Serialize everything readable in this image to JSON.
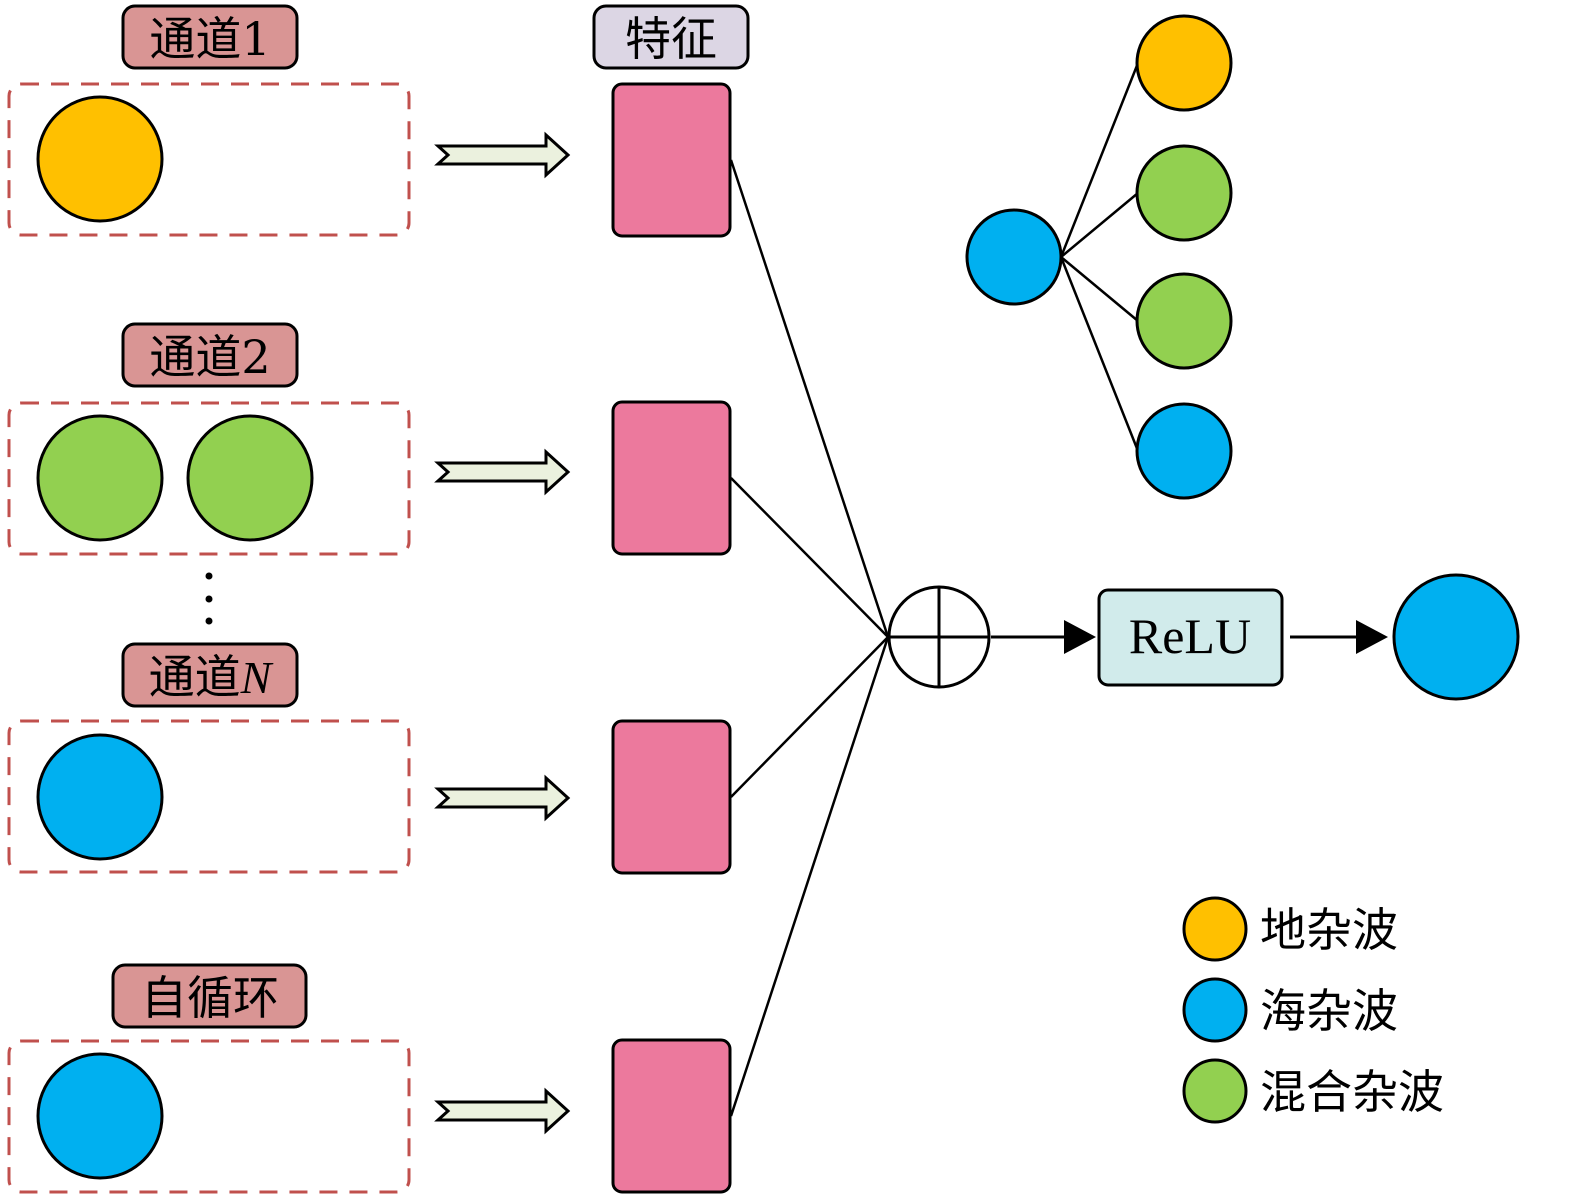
{
  "colors": {
    "ground_clutter": "#FFC000",
    "sea_clutter": "#00B0F0",
    "mixed_clutter": "#92D050",
    "channel_label_bg": "#D99594",
    "feature_label_bg": "#DCD6E4",
    "feature_block": "#EC799D",
    "relu_bg": "#D1EBEB",
    "arrow_fill": "#EBF1DE",
    "dashed_border": "#C0504D",
    "stroke": "#000000"
  },
  "channels": [
    {
      "label": "通道1",
      "nodes": [
        "ground"
      ]
    },
    {
      "label": "通道2",
      "nodes": [
        "mixed",
        "mixed"
      ]
    },
    {
      "label_prefix": "通道",
      "label_var": "N",
      "nodes": [
        "sea"
      ]
    },
    {
      "label": "自循环",
      "nodes": [
        "sea"
      ]
    }
  ],
  "ellipsis": "⋮",
  "feature_label": "特征",
  "sum_symbol": "⊕",
  "relu_label": "ReLU",
  "output_node": "sea",
  "graph": {
    "center": "sea",
    "neighbors": [
      "ground",
      "mixed",
      "mixed",
      "sea"
    ]
  },
  "legend": [
    {
      "type": "ground",
      "label": "地杂波"
    },
    {
      "type": "sea",
      "label": "海杂波"
    },
    {
      "type": "mixed",
      "label": "混合杂波"
    }
  ]
}
